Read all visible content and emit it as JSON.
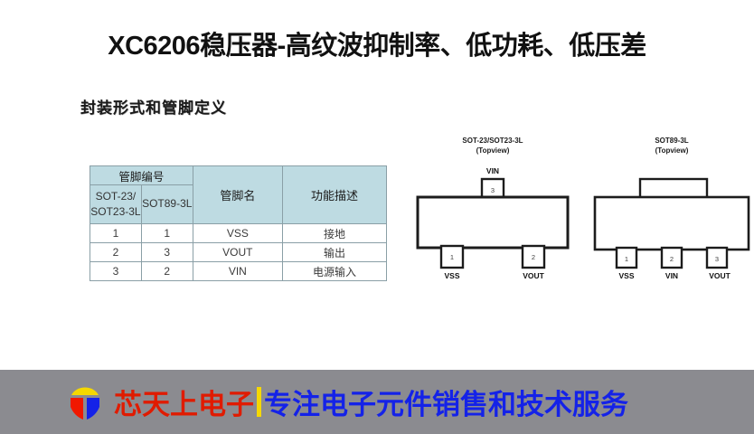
{
  "page": {
    "title": "XC6206稳压器-高纹波抑制率、低功耗、低压差",
    "section_heading": "封装形式和管脚定义",
    "background_color": "#ffffff"
  },
  "pin_table": {
    "header": {
      "group_label": "管脚编号",
      "sub_columns": [
        "SOT-23/\nSOT23-3L",
        "SOT89-3L"
      ],
      "sub_col_1_line1": "SOT-23/",
      "sub_col_1_line2": "SOT23-3L",
      "sub_col_2": "SOT89-3L",
      "pin_name_label": "管脚名",
      "function_label": "功能描述",
      "background_color": "#bedbe2",
      "border_color": "#8a9fa6"
    },
    "rows": [
      {
        "sot23": "1",
        "sot89": "1",
        "pin_name": "VSS",
        "function": "接地"
      },
      {
        "sot23": "2",
        "sot89": "3",
        "pin_name": "VOUT",
        "function": "输出"
      },
      {
        "sot23": "3",
        "sot89": "2",
        "pin_name": "VIN",
        "function": "电源输入"
      }
    ]
  },
  "packages": [
    {
      "id": "sot23",
      "title_line1": "SOT-23/SOT23-3L",
      "title_line2": "(Topview)",
      "top_pin_label": "VIN",
      "top_pin_number": "3",
      "bottom_pins": [
        {
          "number": "1",
          "label": "VSS"
        },
        {
          "number": "2",
          "label": "VOUT"
        }
      ]
    },
    {
      "id": "sot89",
      "title_line1": "SOT89-3L",
      "title_line2": "(Topview)",
      "top_pin_label": "",
      "top_pin_number": "",
      "bottom_pins": [
        {
          "number": "1",
          "label": "VSS"
        },
        {
          "number": "2",
          "label": "VIN"
        },
        {
          "number": "3",
          "label": "VOUT"
        }
      ]
    }
  ],
  "footer": {
    "background_color": "#8b8b90",
    "brand_name": "芯天上电子",
    "brand_name_color": "#e01b00",
    "divider_color": "#f5d800",
    "slogan": "专注电子元件销售和技术服务",
    "slogan_color": "#1422e8",
    "logo": {
      "name": "brand-logo-icon",
      "arc_color": "#f5d800",
      "left_color": "#f01800",
      "right_color": "#1422e8"
    }
  }
}
